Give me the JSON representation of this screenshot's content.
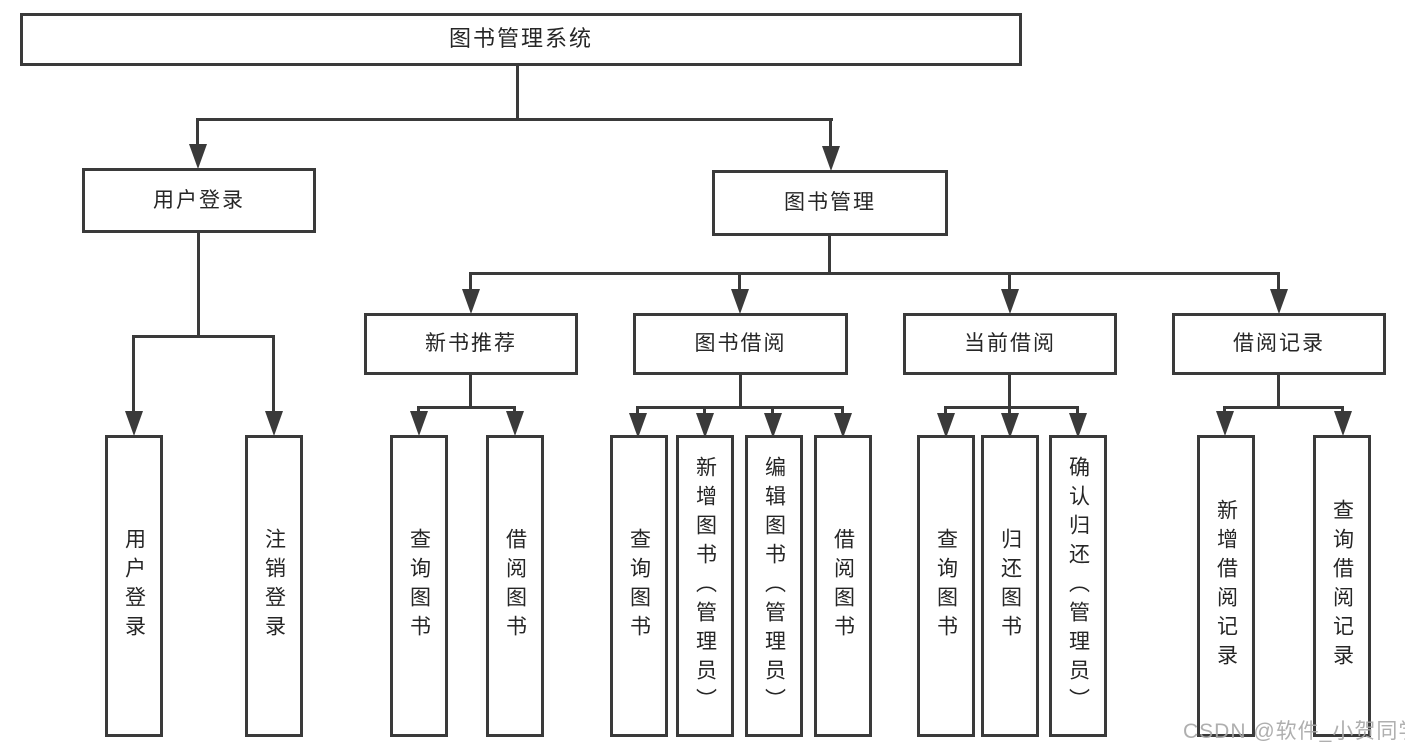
{
  "diagram": {
    "root": "图书管理系统",
    "level2": [
      "用户登录",
      "图书管理"
    ],
    "level3": [
      "新书推荐",
      "图书借阅",
      "当前借阅",
      "借阅记录"
    ],
    "leaves_user_login": [
      "用户登录",
      "注销登录"
    ],
    "leaves_new_books": [
      "查询图书",
      "借阅图书"
    ],
    "leaves_book_borrow": [
      "查询图书",
      "新增图书（管理员）",
      "编辑图书（管理员）",
      "借阅图书"
    ],
    "leaves_current_borrow": [
      "查询图书",
      "归还图书",
      "确认归还（管理员）"
    ],
    "leaves_borrow_records": [
      "新增借阅记录",
      "查询借阅记录"
    ]
  },
  "watermark": "CSDN @软件_小贺同学",
  "colors": {
    "line": "#3a3a3a",
    "text": "#262626",
    "watermark": "#a8a8a8",
    "background": "#ffffff"
  }
}
